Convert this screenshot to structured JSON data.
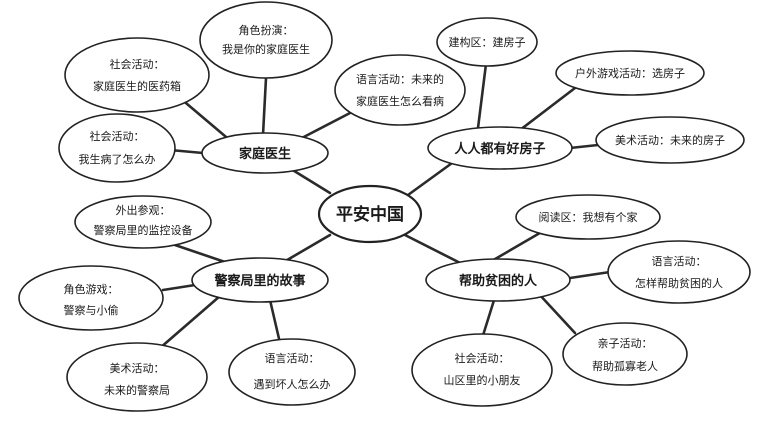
{
  "center": {
    "label": "平安中国"
  },
  "branches": [
    {
      "id": "family-doctor",
      "label": "家庭医生",
      "leaves": [
        {
          "id": "role-play",
          "lines": [
            "角色扮演：",
            "我是你的家庭医生"
          ]
        },
        {
          "id": "social-medicine-box",
          "lines": [
            "社会活动：",
            "家庭医生的医药箱"
          ]
        },
        {
          "id": "social-sick",
          "lines": [
            "社会活动：",
            "我生病了怎么办"
          ]
        },
        {
          "id": "language-future-doctor",
          "lines": [
            "语言活动：未来的",
            "家庭医生怎么看病"
          ]
        }
      ]
    },
    {
      "id": "good-houses",
      "label": "人人都有好房子",
      "leaves": [
        {
          "id": "construction-area",
          "lines": [
            "建构区：建房子"
          ]
        },
        {
          "id": "outdoor-game",
          "lines": [
            "户外游戏活动：选房子"
          ]
        },
        {
          "id": "art-future-house",
          "lines": [
            "美术活动：未来的房子"
          ]
        }
      ]
    },
    {
      "id": "police-story",
      "label": "警察局里的故事",
      "leaves": [
        {
          "id": "field-trip",
          "lines": [
            "外出参观：",
            "警察局里的监控设备"
          ]
        },
        {
          "id": "role-game",
          "lines": [
            "角色游戏：",
            "警察与小偷"
          ]
        },
        {
          "id": "art-future-police",
          "lines": [
            "美术活动：",
            "未来的警察局"
          ]
        },
        {
          "id": "language-bad-guy",
          "lines": [
            "语言活动：",
            "遇到坏人怎么办"
          ]
        }
      ]
    },
    {
      "id": "help-poor",
      "label": "帮助贫困的人",
      "leaves": [
        {
          "id": "reading-area",
          "lines": [
            "阅读区：我想有个家"
          ]
        },
        {
          "id": "language-help-poor",
          "lines": [
            "语言活动：",
            "怎样帮助贫困的人"
          ]
        },
        {
          "id": "parent-child",
          "lines": [
            "亲子活动：",
            "帮助孤寡老人"
          ]
        },
        {
          "id": "social-mountain-kids",
          "lines": [
            "社会活动：",
            "山区里的小朋友"
          ]
        }
      ]
    }
  ]
}
